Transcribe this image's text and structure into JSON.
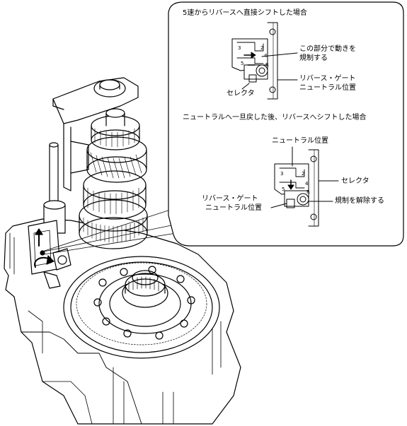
{
  "callout": {
    "case1": {
      "title": "5速からリバースへ直接シフトした場合",
      "note_line1": "この部分で動きを",
      "note_line2": "規制する",
      "note_lower_1": "リバース・ゲート",
      "note_lower_2": "ニュートラル位置",
      "selector": "セレクタ",
      "gate_numbers": {
        "n3": "3",
        "n2": "2",
        "n4": "4",
        "n5": "5",
        "nR": "R"
      }
    },
    "case2": {
      "title": "ニュートラルへ一旦戻した後、リバースへシフトした場合",
      "neutral": "ニュートラル位置",
      "selector": "セレクタ",
      "rev_gate_1": "リバース・ゲート",
      "rev_gate_2": "ニュートラル位置",
      "release": "規制を解除する",
      "gate_numbers": {
        "n3": "3",
        "n2": "2",
        "n4": "4",
        "n5": "5",
        "nR": "R"
      }
    }
  }
}
